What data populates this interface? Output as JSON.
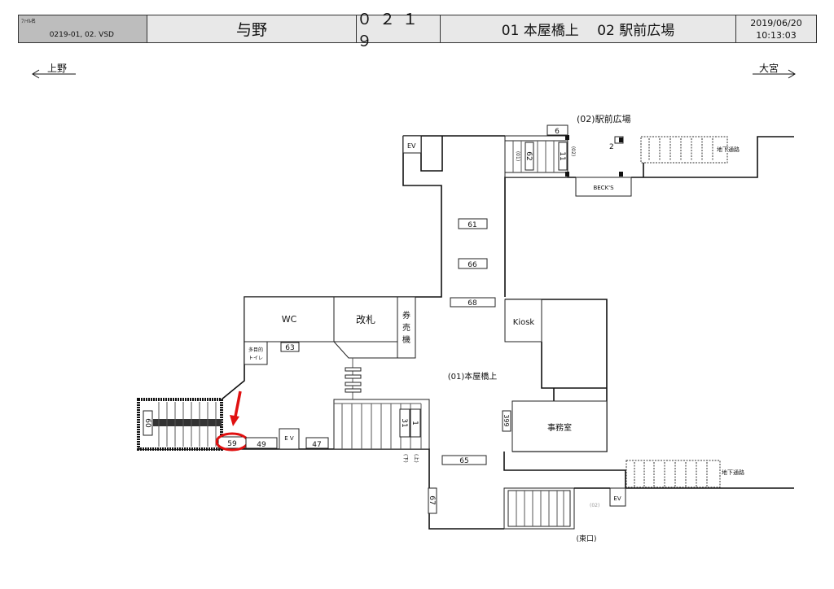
{
  "header": {
    "file_label": "ﾌｧｲﾙ名",
    "file_name": "0219-01, 02. VSD",
    "station": "与野",
    "code": "０２１９",
    "areas": "01 本屋橋上　 02 駅前広場",
    "date": "2019/06/20",
    "time": "10:13:03"
  },
  "directions": {
    "left": "上野",
    "right": "大宮"
  },
  "plan": {
    "area_02": "(02)駅前広場",
    "area_01": "(01)本屋橋上",
    "east_exit": "(東口)",
    "underpass_top": "地下通路",
    "underpass_bottom": "地下通路",
    "becks": "BECK'S",
    "wc": "WC",
    "gate": "改札",
    "ticket": [
      "券",
      "売",
      "機"
    ],
    "mp_toilet": [
      "多目的",
      "トイレ"
    ],
    "kiosk": "Kiosk",
    "office": "事務室",
    "ev_top": "EV",
    "ev_mid": "E V",
    "ev_bottom": "EV",
    "stair_01": "(01)",
    "stair_02": "(02)",
    "up": "(上)",
    "down": "(下)",
    "grey_02": "(02)",
    "sign_2": "2",
    "labels": {
      "s6": "6",
      "s11": "11",
      "s62": "62",
      "s61": "61",
      "s66": "66",
      "s68": "68",
      "s63": "63",
      "s60": "60",
      "s59": "59",
      "s49": "49",
      "s47": "47",
      "s31": "31",
      "s1": "1",
      "s399": "399",
      "s65": "65",
      "s67": "67"
    }
  },
  "highlight": {
    "target": "59",
    "color": "#e01010"
  }
}
